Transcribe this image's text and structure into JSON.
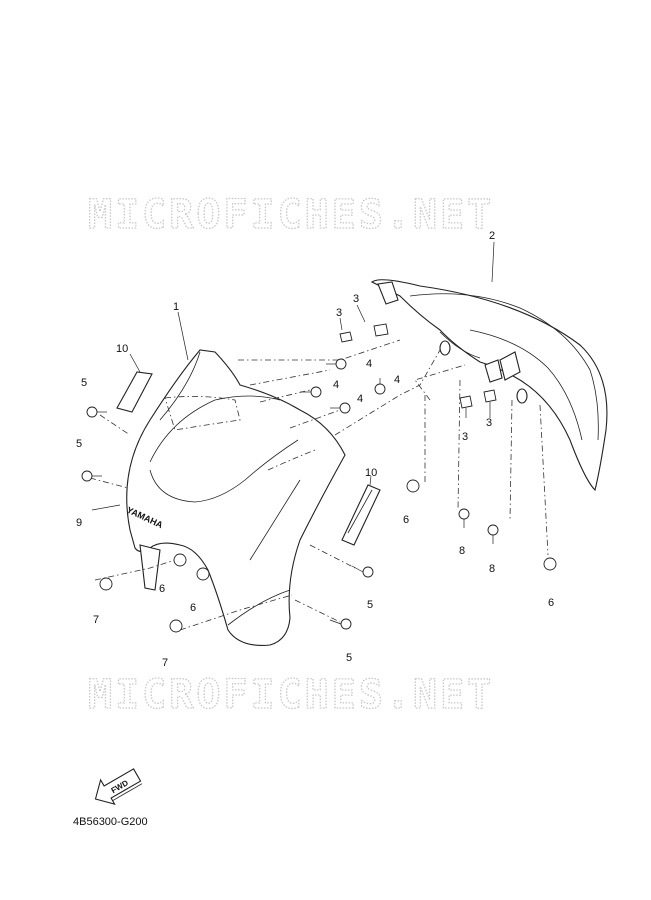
{
  "watermark": {
    "text": "MICROFICHES.NET"
  },
  "diagram_code": "4B56300-G200",
  "fwd_arrow": {
    "label": "FWD"
  },
  "decal_text": {
    "brand": "YAMAHA"
  },
  "callouts": [
    {
      "id": "c1",
      "label": "1"
    },
    {
      "id": "c2",
      "label": "2"
    },
    {
      "id": "c3a",
      "label": "3"
    },
    {
      "id": "c3b",
      "label": "3"
    },
    {
      "id": "c3c",
      "label": "3"
    },
    {
      "id": "c3d",
      "label": "3"
    },
    {
      "id": "c4a",
      "label": "4"
    },
    {
      "id": "c4b",
      "label": "4"
    },
    {
      "id": "c4c",
      "label": "4"
    },
    {
      "id": "c4d",
      "label": "4"
    },
    {
      "id": "c5a",
      "label": "5"
    },
    {
      "id": "c5b",
      "label": "5"
    },
    {
      "id": "c5c",
      "label": "5"
    },
    {
      "id": "c5d",
      "label": "5"
    },
    {
      "id": "c6a",
      "label": "6"
    },
    {
      "id": "c6b",
      "label": "6"
    },
    {
      "id": "c6c",
      "label": "6"
    },
    {
      "id": "c6d",
      "label": "6"
    },
    {
      "id": "c7a",
      "label": "7"
    },
    {
      "id": "c7b",
      "label": "7"
    },
    {
      "id": "c8a",
      "label": "8"
    },
    {
      "id": "c8b",
      "label": "8"
    },
    {
      "id": "c9",
      "label": "9"
    },
    {
      "id": "c10a",
      "label": "10"
    },
    {
      "id": "c10b",
      "label": "10"
    }
  ]
}
